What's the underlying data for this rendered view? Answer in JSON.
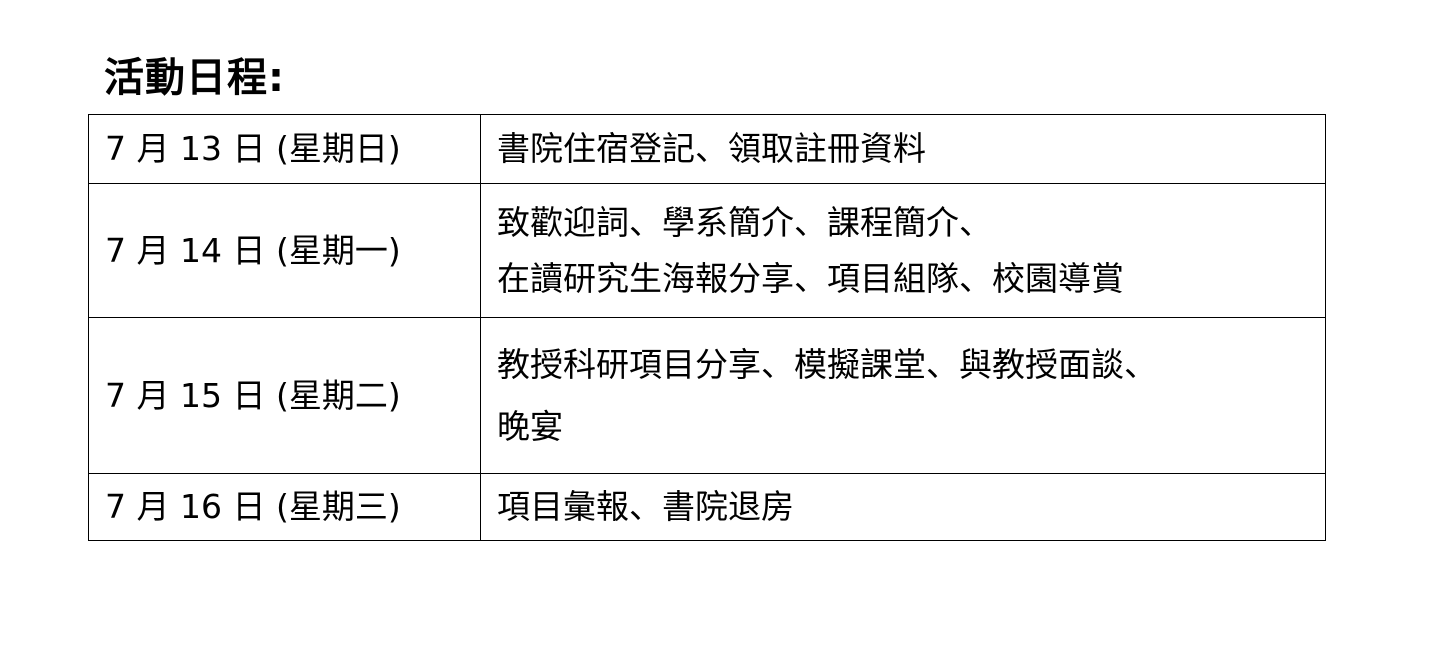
{
  "title": "活動日程:",
  "rows": [
    {
      "date": "7 月 13 日 (星期日)",
      "lines": [
        "書院住宿登記、領取註冊資料"
      ]
    },
    {
      "date": "7 月 14 日 (星期一)",
      "lines": [
        "致歡迎詞、學系簡介、課程簡介、",
        "在讀研究生海報分享、項目組隊、校園導賞"
      ]
    },
    {
      "date": "7 月 15 日 (星期二)",
      "lines": [
        "教授科研項目分享、模擬課堂、與教授面談、",
        "晚宴"
      ]
    },
    {
      "date": "7 月 16 日 (星期三)",
      "lines": [
        "項目彙報、書院退房"
      ]
    }
  ]
}
